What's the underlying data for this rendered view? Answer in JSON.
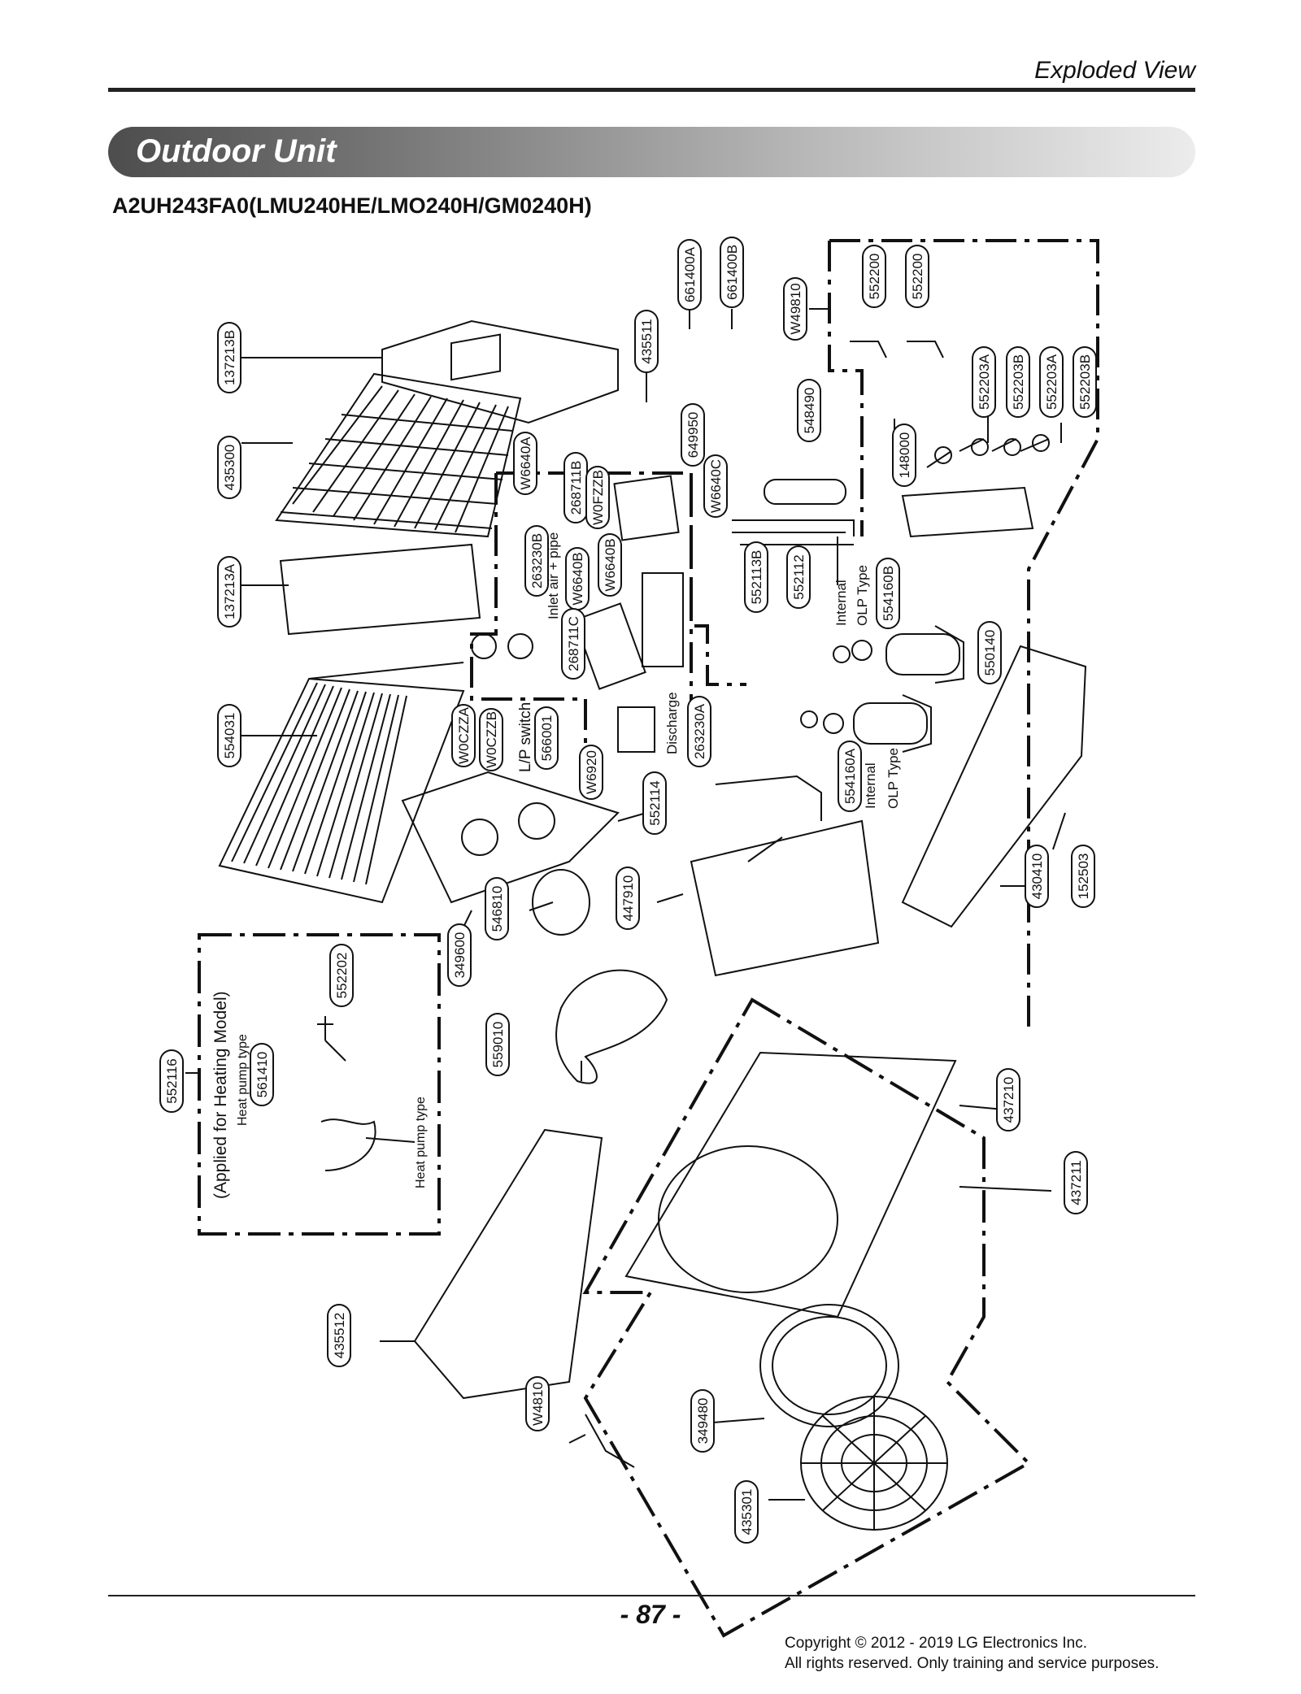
{
  "header": {
    "section": "Exploded View"
  },
  "banner": {
    "title": "Outdoor Unit"
  },
  "model": {
    "title": "A2UH243FA0(LMU240HE/LMO240H/GM0240H)"
  },
  "parts": [
    {
      "id": "p-137213B",
      "label": "137213B"
    },
    {
      "id": "p-435300",
      "label": "435300"
    },
    {
      "id": "p-137213A",
      "label": "137213A"
    },
    {
      "id": "p-554031",
      "label": "554031"
    },
    {
      "id": "p-W6640A",
      "label": "W6640A"
    },
    {
      "id": "p-268711B",
      "label": "268711B"
    },
    {
      "id": "p-W0FZZB",
      "label": "W0FZZB"
    },
    {
      "id": "p-263230B",
      "label": "263230B"
    },
    {
      "id": "p-W6640B1",
      "label": "W6640B"
    },
    {
      "id": "p-W6640B2",
      "label": "W6640B"
    },
    {
      "id": "p-268711C",
      "label": "268711C"
    },
    {
      "id": "p-W0CZZA",
      "label": "W0CZZA"
    },
    {
      "id": "p-W0CZZB",
      "label": "W0CZZB"
    },
    {
      "id": "p-566001",
      "label": "566001"
    },
    {
      "id": "p-W6920",
      "label": "W6920"
    },
    {
      "id": "p-263230A",
      "label": "263230A"
    },
    {
      "id": "p-435511",
      "label": "435511"
    },
    {
      "id": "p-661400A",
      "label": "661400A"
    },
    {
      "id": "p-661400B",
      "label": "661400B"
    },
    {
      "id": "p-649950",
      "label": "649950"
    },
    {
      "id": "p-W6640C",
      "label": "W6640C"
    },
    {
      "id": "p-W49810",
      "label": "W49810"
    },
    {
      "id": "p-548490",
      "label": "548490"
    },
    {
      "id": "p-552200a",
      "label": "552200"
    },
    {
      "id": "p-552200b",
      "label": "552200"
    },
    {
      "id": "p-552203A1",
      "label": "552203A"
    },
    {
      "id": "p-552203B1",
      "label": "552203B"
    },
    {
      "id": "p-552203A2",
      "label": "552203A"
    },
    {
      "id": "p-552203B2",
      "label": "552203B"
    },
    {
      "id": "p-148000",
      "label": "148000"
    },
    {
      "id": "p-552113B",
      "label": "552113B"
    },
    {
      "id": "p-552112",
      "label": "552112"
    },
    {
      "id": "p-554160B",
      "label": "554160B"
    },
    {
      "id": "p-550140",
      "label": "550140"
    },
    {
      "id": "p-552114",
      "label": "552114"
    },
    {
      "id": "p-554160A",
      "label": "554160A"
    },
    {
      "id": "p-447910",
      "label": "447910"
    },
    {
      "id": "p-546810",
      "label": "546810"
    },
    {
      "id": "p-349600",
      "label": "349600"
    },
    {
      "id": "p-430410",
      "label": "430410"
    },
    {
      "id": "p-152503",
      "label": "152503"
    },
    {
      "id": "p-552202",
      "label": "552202"
    },
    {
      "id": "p-552116",
      "label": "552116"
    },
    {
      "id": "p-561410",
      "label": "561410"
    },
    {
      "id": "p-559010",
      "label": "559010"
    },
    {
      "id": "p-437210",
      "label": "437210"
    },
    {
      "id": "p-437211",
      "label": "437211"
    },
    {
      "id": "p-435512",
      "label": "435512"
    },
    {
      "id": "p-W4810",
      "label": "W4810"
    },
    {
      "id": "p-349480",
      "label": "349480"
    },
    {
      "id": "p-435301",
      "label": "435301"
    }
  ],
  "notes": {
    "inlet_air_pipe": "Inlet air + pipe",
    "lp_switch": "L/P  switch",
    "discharge": "Discharge",
    "internal_b": "Internal",
    "olp_type_b": "OLP Type",
    "internal_a": "Internal",
    "olp_type_a": "OLP Type",
    "applied_heating": "(Applied for Heating Model)",
    "heat_pump_type_1": "Heat pump type",
    "heat_pump_type_2": "Heat pump type"
  },
  "footer": {
    "page": "- 87 -",
    "copyright_line1": "Copyright © 2012 - 2019 LG Electronics Inc.",
    "copyright_line2": "All rights reserved. Only training and service purposes."
  }
}
